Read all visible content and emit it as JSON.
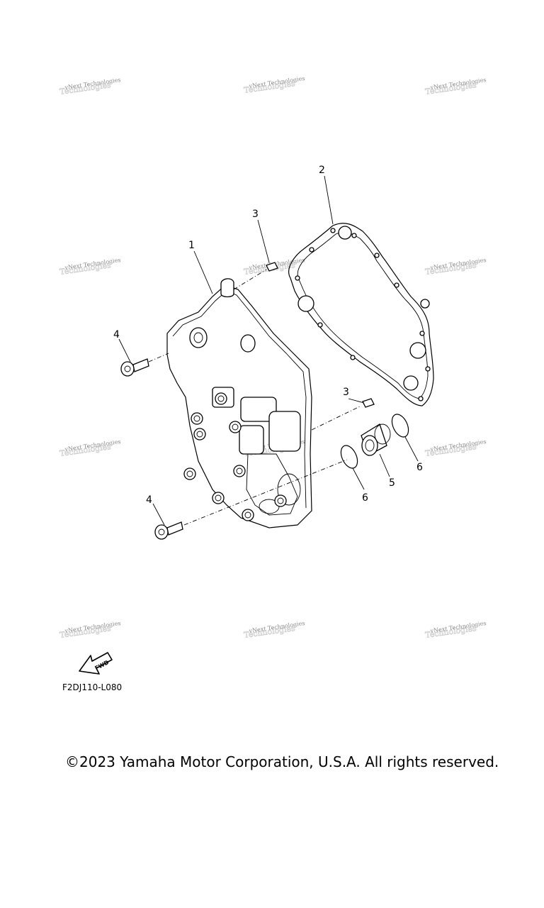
{
  "callouts": [
    {
      "id": "1",
      "label": "1"
    },
    {
      "id": "2",
      "label": "2"
    },
    {
      "id": "3a",
      "label": "3"
    },
    {
      "id": "3b",
      "label": "3"
    },
    {
      "id": "4a",
      "label": "4"
    },
    {
      "id": "4b",
      "label": "4"
    },
    {
      "id": "5",
      "label": "5"
    },
    {
      "id": "6a",
      "label": "6"
    },
    {
      "id": "6b",
      "label": "6"
    }
  ],
  "watermark": {
    "text": "vNext Technologies"
  },
  "fwd_arrow": {
    "label": "FWD"
  },
  "figure_code": "F2DJ110-L080",
  "copyright": "©2023 Yamaha Motor Corporation, U.S.A. All rights reserved."
}
